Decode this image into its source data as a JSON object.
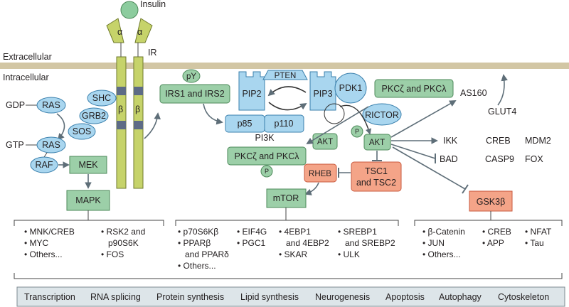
{
  "membrane": {
    "extracellular": "Extracellular",
    "intracellular": "Intracellular"
  },
  "receptor": {
    "insulin": "Insulin",
    "ir": "IR",
    "alpha": "α",
    "beta": "β"
  },
  "nodes": {
    "gdp": "GDP",
    "gtp": "GTP",
    "ras": "RAS",
    "shc": "SHC",
    "grb2": "GRB2",
    "sos": "SOS",
    "raf": "RAF",
    "mek": "MEK",
    "mapk": "MAPK",
    "py": "pY",
    "irs": "IRS1 and IRS2",
    "pten": "PTEN",
    "pip2": "PIP2",
    "pip3": "PIP3",
    "pdk1": "PDK1",
    "p85": "p85",
    "p110": "p110",
    "pi3k": "PI3K",
    "pkc_top": "PKCζ and PKCλ",
    "as160": "AS160",
    "glut4": "GLUT4",
    "rictor": "RICTOR",
    "akt": "AKT",
    "p": "P",
    "pkc_mid": "PKCζ and PKCλ",
    "p2": "P",
    "ikk": "IKK",
    "creb": "CREB",
    "mdm2": "MDM2",
    "bad": "BAD",
    "casp9": "CASP9",
    "fox": "FOX",
    "rheb": "RHEB",
    "tsc_1": "TSC1",
    "tsc_2": "and TSC2",
    "mtor": "mTOR",
    "gsk": "GSK3β"
  },
  "targets": {
    "mapk_col1": [
      "MNK/CREB",
      "MYC",
      "Others..."
    ],
    "mapk_col2": [
      "RSK2 and",
      "p90S6K",
      "FOS"
    ],
    "mtor_col1": [
      "p70S6Kβ",
      "PPARβ",
      "and PPARδ",
      "Others..."
    ],
    "mtor_col2": [
      "EIF4G",
      "PGC1"
    ],
    "mtor_col3": [
      "4EBP1",
      "and 4EBP2",
      "SKAR"
    ],
    "mtor_col4": [
      "SREBP1",
      "and SREBP2",
      "ULK"
    ],
    "gsk_col1": [
      "β-Catenin",
      "JUN",
      "Others..."
    ],
    "gsk_col2": [
      "CREB",
      "APP"
    ],
    "gsk_col3": [
      "NFAT",
      "Tau"
    ]
  },
  "outcomes": [
    "Transcription",
    "RNA splicing",
    "Protein synthesis",
    "Lipid synthesis",
    "Neurogenesis",
    "Apoptosis",
    "Autophagy",
    "Cytoskeleton"
  ],
  "colors": {
    "blue_node": "#a9d6ef",
    "blue_stroke": "#3b80ad",
    "green_node": "#9ccfa8",
    "green_stroke": "#4d8a5a",
    "red_node": "#f4a488",
    "red_stroke": "#c9593e",
    "membrane": "#d2c6a4",
    "receptor": "#c6d36a",
    "receptor_band": "#5d6b86",
    "insulin": "#8ccc9e",
    "arrow": "#6b7b85",
    "outcome_bg": "#dde5e9"
  }
}
